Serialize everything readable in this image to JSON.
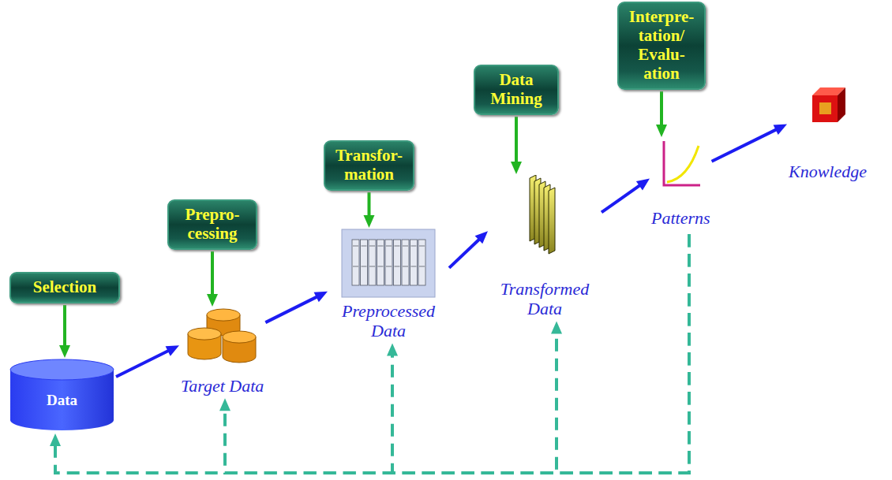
{
  "diagram": {
    "nodes": [
      {
        "text": [
          "Selection"
        ]
      },
      {
        "text": [
          "Data"
        ]
      },
      {
        "text": [
          "Prepro- cessing"
        ]
      },
      {
        "text": [
          "Target Data"
        ]
      },
      {
        "text": [
          "Transfor- mation"
        ]
      },
      {
        "text": [
          "Preprocessed Data"
        ]
      },
      {
        "text": [
          "Data Mining"
        ]
      },
      {
        "text": [
          "Transformed Data"
        ]
      },
      {
        "text": [
          "Interpre- tation/ Evalu- ation"
        ]
      },
      {
        "text": [
          "Patterns"
        ]
      },
      {
        "text": [
          "Knowledge"
        ]
      }
    ],
    "edges": [
      {
        "from": 0,
        "to": 1,
        "arrow": "to"
      },
      {
        "from": 2,
        "to": 3,
        "arrow": "to"
      },
      {
        "from": 4,
        "to": 5,
        "arrow": "to"
      },
      {
        "from": 6,
        "to": 7,
        "arrow": "to"
      },
      {
        "from": 8,
        "to": 9,
        "arrow": "to"
      },
      {
        "from": 1,
        "to": 3,
        "arrow": "to"
      },
      {
        "from": 3,
        "to": 5,
        "arrow": "to"
      },
      {
        "from": 5,
        "to": 7,
        "arrow": "to"
      },
      {
        "from": 7,
        "to": 9,
        "arrow": "to"
      },
      {
        "from": 9,
        "to": 10,
        "arrow": "to"
      },
      {
        "from": 9,
        "to": 1,
        "arrow": "to"
      },
      {
        "from": 9,
        "to": 3,
        "arrow": "to"
      },
      {
        "from": 9,
        "to": 5,
        "arrow": "to"
      },
      {
        "from": 9,
        "to": 7,
        "arrow": "to"
      }
    ]
  }
}
